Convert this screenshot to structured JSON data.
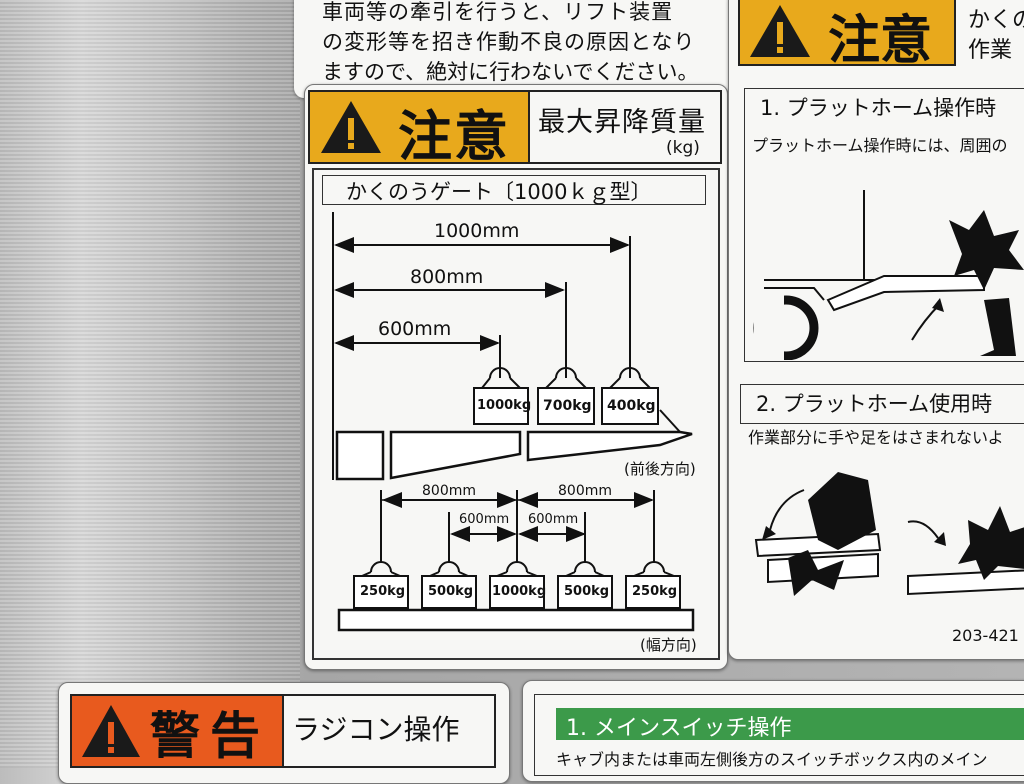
{
  "top_notice": {
    "lines": [
      "車両等の牽引を行うと、リフト装置",
      "の変形等を招き作動不良の原因となり",
      "ますので、絶対に行わないでください。"
    ]
  },
  "caution_label": {
    "word": "注意",
    "title": "最大昇降質量",
    "unit": "(kg)",
    "gate_type": "かくのうゲート〔1000ｋｇ型〕",
    "front_back": {
      "distances": [
        "1000mm",
        "800mm",
        "600mm"
      ],
      "weights": [
        "1000kg",
        "700kg",
        "400kg"
      ],
      "direction": "(前後方向)"
    },
    "width": {
      "distances": [
        "800mm",
        "600mm",
        "600mm",
        "800mm"
      ],
      "weights": [
        "250kg",
        "500kg",
        "1000kg",
        "500kg",
        "250kg"
      ],
      "direction": "(幅方向)"
    }
  },
  "right_label": {
    "word": "注意",
    "side_text": [
      "かくの",
      "作業"
    ],
    "section1": "1. プラットホーム操作時",
    "section1_text": "プラットホーム操作時には、周囲の",
    "section2": "2. プラットホーム使用時",
    "section2_text": "作業部分に手や足をはさまれないよ",
    "code": "203-421"
  },
  "warning_label": {
    "word": "警告",
    "title": "ラジコン操作"
  },
  "bottom_right_label": {
    "section": "1. メインスイッチ操作",
    "text": "キャブ内または車両左側後方のスイッチボックス内のメイン"
  },
  "colors": {
    "caution_yellow": "#e8a91c",
    "warning_orange": "#e85a1e",
    "green_band": "#3c9a4a"
  }
}
